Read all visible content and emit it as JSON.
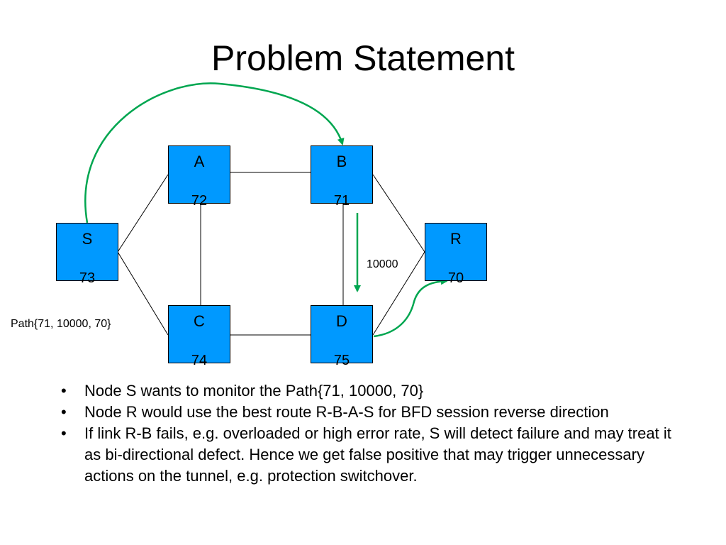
{
  "title": "Problem Statement",
  "colors": {
    "node_fill": "#0099ff",
    "arrow": "#00a650",
    "line": "#000000"
  },
  "nodes": {
    "S": {
      "label": "S",
      "value": "73"
    },
    "A": {
      "label": "A",
      "value": "72"
    },
    "B": {
      "label": "B",
      "value": "71"
    },
    "R": {
      "label": "R",
      "value": "70"
    },
    "C": {
      "label": "C",
      "value": "74"
    },
    "D": {
      "label": "D",
      "value": "75"
    }
  },
  "path_label": "Path{71, 10000, 70}",
  "link_label": "10000",
  "bullets": [
    "Node S wants to monitor the Path{71, 10000, 70}",
    "Node R would use the best route R-B-A-S for BFD session reverse direction",
    "If link R-B fails, e.g. overloaded or high error rate, S will detect failure and may treat it as bi-directional defect. Hence we get false positive that may trigger unnecessary actions on the tunnel, e.g. protection switchover."
  ],
  "bullet_symbol": "•"
}
